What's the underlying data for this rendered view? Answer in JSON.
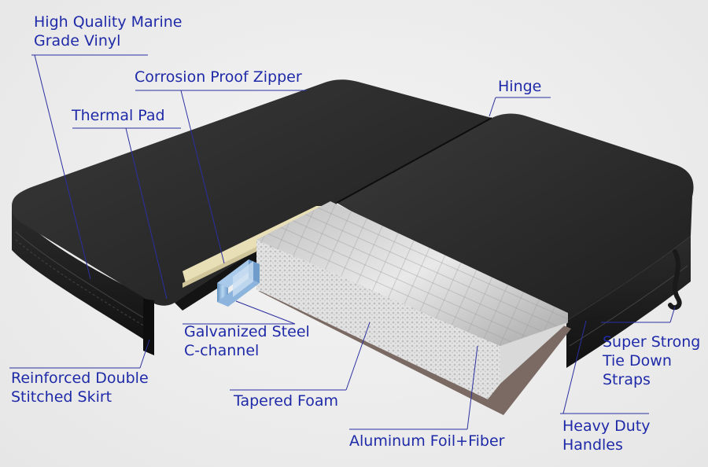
{
  "labels": {
    "vinyl": [
      "High Quality Marine",
      "Grade Vinyl"
    ],
    "zipper": [
      "Corrosion Proof Zipper"
    ],
    "thermal": [
      "Thermal Pad"
    ],
    "hinge": [
      "Hinge"
    ],
    "steel": [
      "Galvanized Steel",
      "C-channel"
    ],
    "skirt": [
      "Reinforced Double",
      "Stitched Skirt"
    ],
    "foam": [
      "Tapered Foam"
    ],
    "foil": [
      "Aluminum Foil+Fiber"
    ],
    "straps": [
      "Super Strong",
      "Tie Down",
      "Straps"
    ],
    "handles": [
      "Heavy Duty",
      "Handles"
    ]
  },
  "colors": {
    "label_text": "#1f2aa8",
    "leader_line": "#2b2fa0",
    "vinyl": "#2a2a2a",
    "foam": "#dcdcdc",
    "foil_fiber": "#7a6a63",
    "steel_channel": "#7aa9d4",
    "background": "#ececec"
  }
}
